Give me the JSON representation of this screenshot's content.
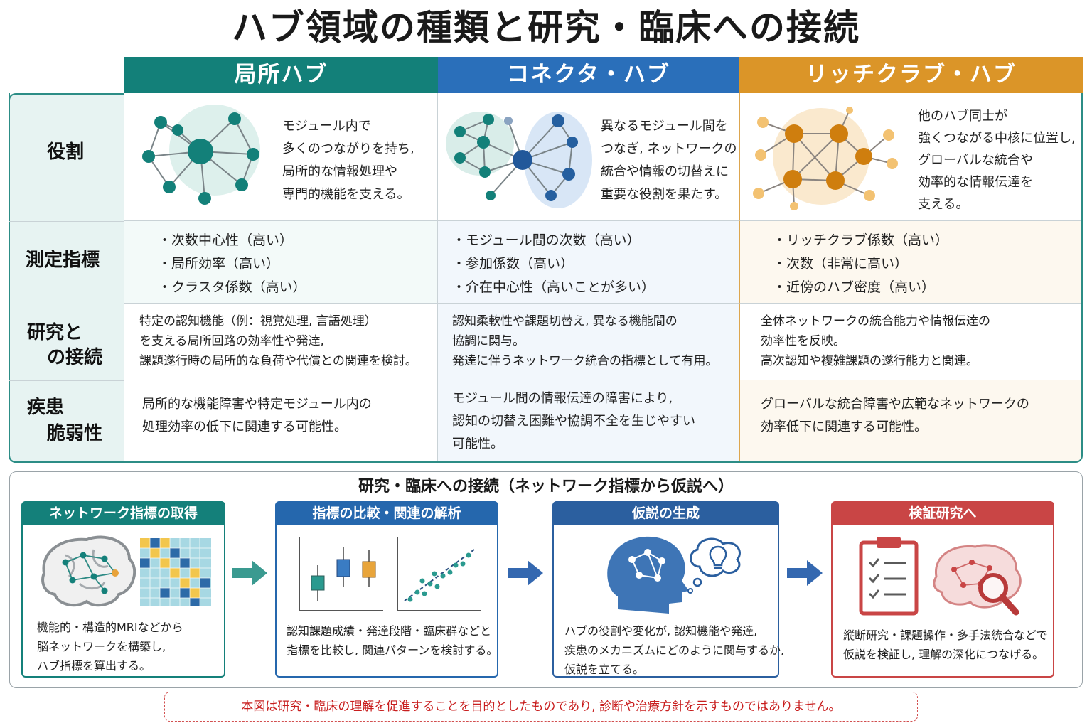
{
  "title": "ハブ領域の種類と研究・臨床への接続",
  "columns": {
    "local": "局所ハブ",
    "connector": "コネクタ・ハブ",
    "rich": "リッチクラブ・ハブ"
  },
  "row_labels": {
    "role": "役割",
    "metrics": "測定指標",
    "research_line1": "研究と",
    "research_line2": "の接続",
    "disease_line1": "疾患",
    "disease_line2": "脆弱性"
  },
  "role": {
    "local": [
      "モジュール内で",
      "多くのつながりを持ち,",
      "局所的な情報処理や",
      "専門的機能を支える。"
    ],
    "connector": [
      "異なるモジュール間を",
      "つなぎ, ネットワークの",
      "統合や情報の切替えに",
      "重要な役割を果たす。"
    ],
    "rich": [
      "他のハブ同士が",
      "強くつながる中核に位置し,",
      "グローバルな統合や",
      "効率的な情報伝達を",
      "支える。"
    ]
  },
  "metrics": {
    "local": [
      "次数中心性（高い）",
      "局所効率（高い）",
      "クラスタ係数（高い）"
    ],
    "connector": [
      "モジュール間の次数（高い）",
      "参加係数（高い）",
      "介在中心性（高いことが多い）"
    ],
    "rich": [
      "リッチクラブ係数（高い）",
      "次数（非常に高い）",
      "近傍のハブ密度（高い）"
    ]
  },
  "research": {
    "local": [
      "特定の認知機能（例：視覚処理, 言語処理）",
      "を支える局所回路の効率性や発達,",
      "課題遂行時の局所的な負荷や代償との関連を検討。"
    ],
    "connector": [
      "認知柔軟性や課題切替え, 異なる機能間の",
      "協調に関与。",
      "発達に伴うネットワーク統合の指標として有用。"
    ],
    "rich": [
      "全体ネットワークの統合能力や情報伝達の",
      "効率性を反映。",
      "高次認知や複雑課題の遂行能力と関連。"
    ]
  },
  "disease": {
    "local": [
      "局所的な機能障害や特定モジュール内の",
      "処理効率の低下に関連する可能性。"
    ],
    "connector": [
      "モジュール間の情報伝達の障害により,",
      "認知の切替え困難や協調不全を生じやすい",
      "可能性。"
    ],
    "rich": [
      "グローバルな統合障害や広範なネットワークの",
      "効率低下に関連する可能性。"
    ]
  },
  "workflow": {
    "title": "研究・臨床への接続（ネットワーク指標から仮説へ）",
    "steps": [
      {
        "title": "ネットワーク指標の取得",
        "lines": [
          "機能的・構造的MRIなどから",
          "脳ネットワークを構築し,",
          "ハブ指標を算出する。"
        ]
      },
      {
        "title": "指標の比較・関連の解析",
        "lines": [
          "認知課題成績・発達段階・臨床群などと",
          "指標を比較し, 関連パターンを検討する。"
        ]
      },
      {
        "title": "仮説の生成",
        "lines": [
          "ハブの役割や変化が, 認知機能や発達,",
          "疾患のメカニズムにどのように関与するか,",
          "仮説を立てる。"
        ]
      },
      {
        "title": "検証研究へ",
        "lines": [
          "縦断研究・課題操作・多手法統合などで",
          "仮説を検証し, 理解の深化につなげる。"
        ]
      }
    ]
  },
  "notice": "本図は研究・臨床の理解を促進することを目的としたものであり, 診断や治療方針を示すものではありません。",
  "colors": {
    "local": "#138079",
    "connector": "#2a6fba",
    "rich": "#db9528",
    "step1": "#14807a",
    "step2": "#2567ad",
    "step3": "#2b5f9f",
    "step4": "#c94545"
  }
}
